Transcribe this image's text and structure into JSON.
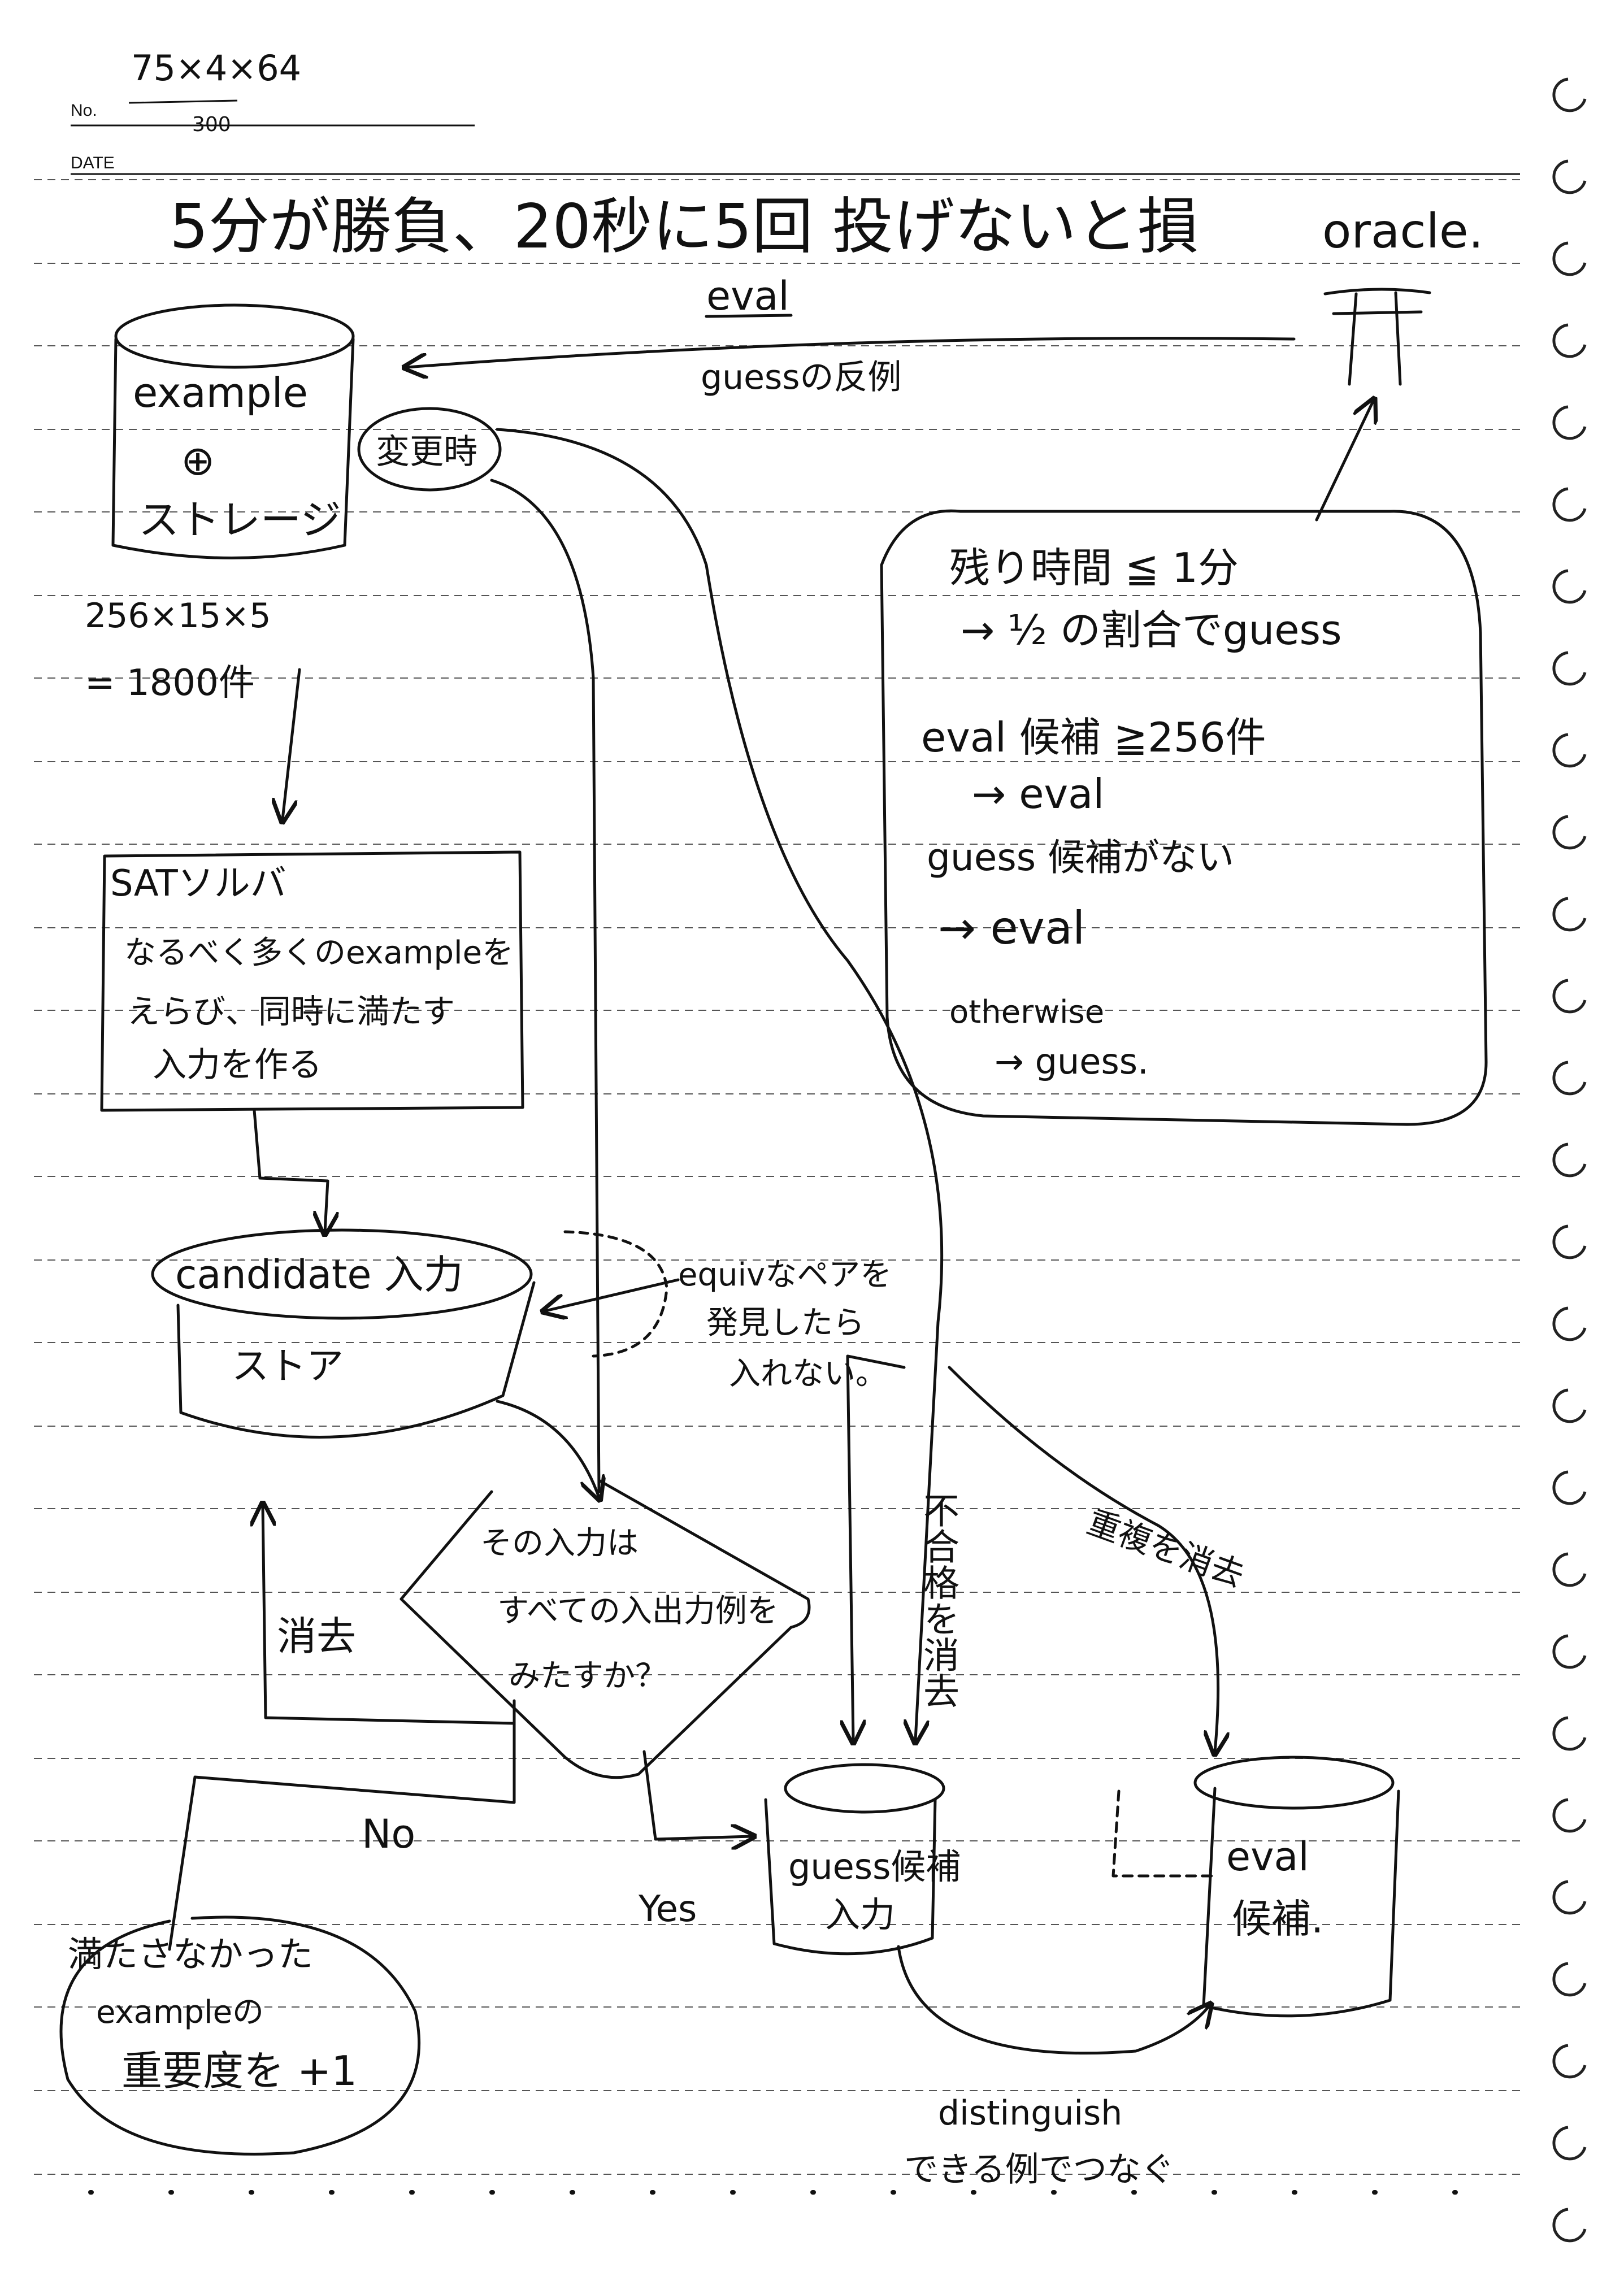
{
  "header": {
    "no_label": "No.",
    "date_label": "DATE",
    "no_value": "75×4×64",
    "no_sub": "300",
    "title": "5分が勝負、20秒に5回 投げないと損",
    "oracle": "oracle."
  },
  "example_store": {
    "line1": "example",
    "line2": "⊕",
    "line3": "ストレージ",
    "calc1": "256×15×5",
    "calc2": "= 1800件"
  },
  "eval_arrow": {
    "label": "eval",
    "sub": "guessの反例"
  },
  "on_change": "変更時",
  "strategy_box": {
    "lines": [
      "残り時間 ≦ 1分",
      "→ ½ の割合でguess",
      "eval 候補 ≧256件",
      "→ eval",
      "guess 候補がない",
      "→ eval",
      "otherwise",
      "→ guess."
    ]
  },
  "sat_box": {
    "lines": [
      "SATソルバ",
      "なるべく多くのexampleを",
      "えらび、同時に満たす",
      "入力を作る"
    ]
  },
  "candidate_store": {
    "line1": "candidate 入力",
    "line2": "ストア"
  },
  "equiv_note": {
    "lines": [
      "equivなペアを",
      "発見したら",
      "入れない。"
    ]
  },
  "decision": {
    "lines": [
      "その入力は",
      "すべての入出力例を",
      "みたすか？"
    ]
  },
  "no_label": "No",
  "yes_label": "Yes",
  "delete_label": "消去",
  "unsatisfied": {
    "lines": [
      "満たさなかった",
      "exampleの",
      "重要度を +1"
    ]
  },
  "fail_delete": "不合格を消去",
  "dup_delete": "重複を消去",
  "guess_store": {
    "line1": "guess候補",
    "line2": "入力"
  },
  "eval_store": {
    "line1": "eval",
    "line2": "候補."
  },
  "distinguish": {
    "line1": "distinguish",
    "line2": "できる例でつなぐ"
  }
}
